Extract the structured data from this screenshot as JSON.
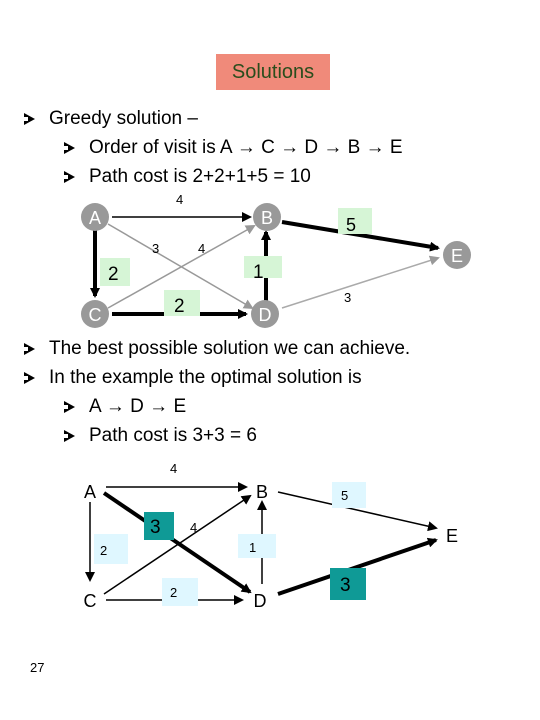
{
  "title": "Solutions",
  "greedy": {
    "heading": "Greedy solution –",
    "order": "Order of visit is A → C → D → B → E",
    "cost": "Path cost is 2+2+1+5 = 10"
  },
  "best": {
    "heading": "The best possible solution we can achieve.",
    "example": "In the example the optimal solution is",
    "path": "A → D → E",
    "cost": "Path cost is 3+3 = 6"
  },
  "graph1": {
    "nodes": {
      "A": "A",
      "B": "B",
      "C": "C",
      "D": "D",
      "E": "E"
    },
    "weights": {
      "AB": "4",
      "BE": "5",
      "AD": "3",
      "CB": "4",
      "AC": "2",
      "DB": "1",
      "CD": "2",
      "DE": "3"
    }
  },
  "graph2": {
    "nodes": {
      "A": "A",
      "B": "B",
      "C": "C",
      "D": "D",
      "E": "E"
    },
    "weights": {
      "AB": "4",
      "BE": "5",
      "AD": "3",
      "CB": "4",
      "AC": "2",
      "DB": "1",
      "CD": "2",
      "DE": "3"
    }
  },
  "colors": {
    "title_bg": "#f08a7a",
    "weight_bg": "#dff7ff",
    "weight_bg_green": "#d6f5d6",
    "highlight_bg": "#0f9a96"
  },
  "page_number": "27"
}
